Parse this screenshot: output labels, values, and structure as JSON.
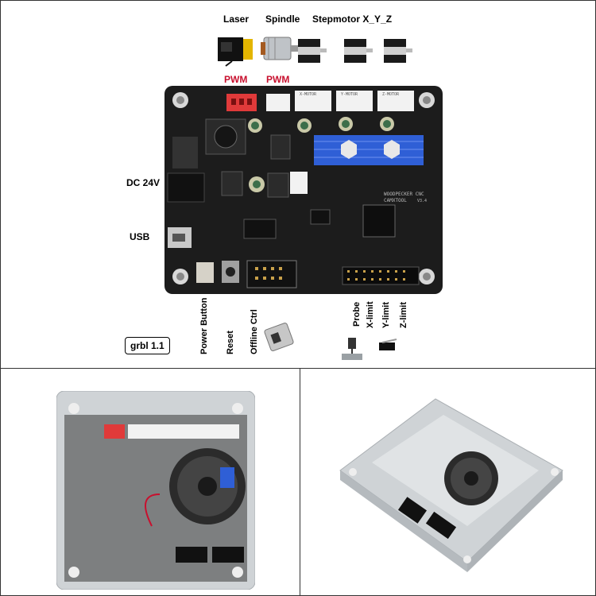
{
  "top_panel": {
    "labels": {
      "laser": "Laser",
      "spindle": "Spindle",
      "stepmotor": "Stepmotor X_Y_Z",
      "pwm_laser": "PWM",
      "pwm_spindle": "PWM",
      "dc": "DC 24V",
      "usb": "USB",
      "power_button": "Power Button",
      "reset": "Reset",
      "offline_ctrl": "Offline Ctrl",
      "probe": "Probe",
      "x_limit": "X-limit",
      "y_limit": "Y-limit",
      "z_limit": "Z-limit",
      "firmware": "grbl 1.1"
    },
    "board_text": {
      "brand": "WOODPECKER CNC",
      "model": "CAMXTOOL",
      "version": "V3.4",
      "x_motor": "X-MOTOR",
      "y_motor": "Y-MOTOR",
      "z_motor": "Z-MOTOR"
    }
  },
  "colors": {
    "pcb": "#1c1c1c",
    "heatsink": "#2f5fd6",
    "pwm": "#c8102e",
    "connector_red": "#e03a3a",
    "connector_white": "#f2f2f2",
    "acrylic": "#cfd3d6"
  }
}
